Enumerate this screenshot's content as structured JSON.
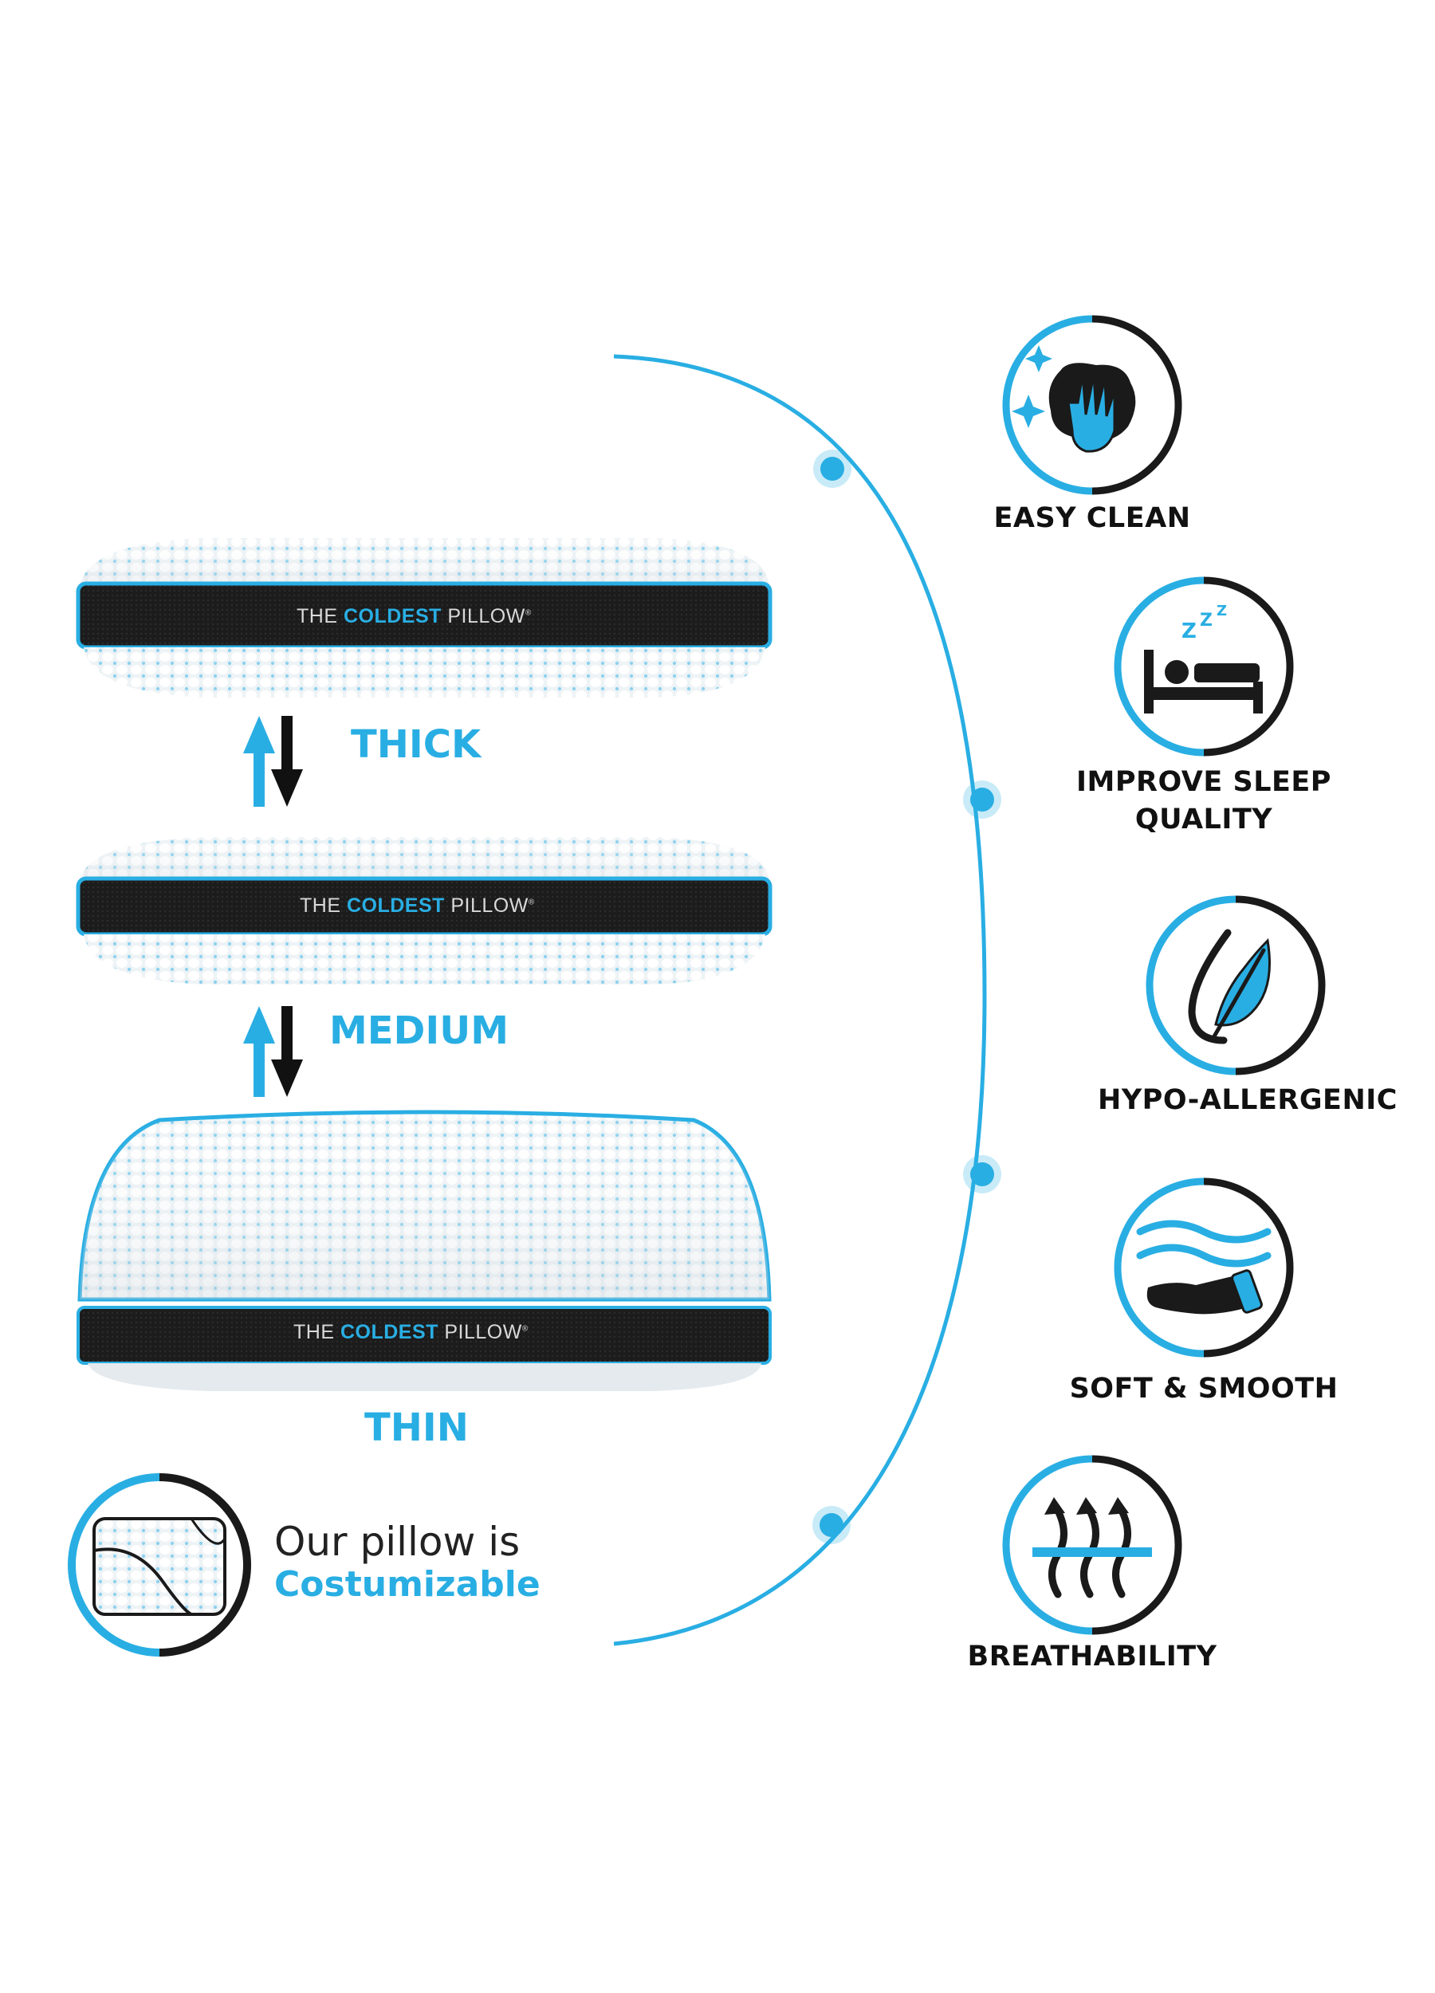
{
  "colors": {
    "accent": "#29aee3",
    "dark": "#1a1a1a",
    "white": "#ffffff"
  },
  "pillows": [
    {
      "name": "thick",
      "brand_prefix": "THE ",
      "brand_accent": "COLDEST",
      "brand_suffix": " PILLOW",
      "brand_mark": "®"
    },
    {
      "name": "medium",
      "brand_prefix": "THE ",
      "brand_accent": "COLDEST",
      "brand_suffix": " PILLOW",
      "brand_mark": "®"
    },
    {
      "name": "thin",
      "brand_prefix": "THE ",
      "brand_accent": "COLDEST",
      "brand_suffix": " PILLOW",
      "brand_mark": "®"
    }
  ],
  "sizes": {
    "thick": "THICK",
    "medium": "MEDIUM",
    "thin": "THIN"
  },
  "customizable": {
    "line1": "Our pillow is",
    "line2": "Costumizable"
  },
  "features": [
    {
      "icon": "hand-cleaning-icon",
      "label": "EASY CLEAN"
    },
    {
      "icon": "person-sleeping-bed-icon",
      "label_line1": "IMPROVE SLEEP",
      "label_line2": "QUALITY"
    },
    {
      "icon": "feather-drop-icon",
      "label": "HYPO-ALLERGENIC"
    },
    {
      "icon": "hand-waves-icon",
      "label": "SOFT & SMOOTH"
    },
    {
      "icon": "airflow-arrows-icon",
      "label": "BREATHABILITY"
    }
  ]
}
